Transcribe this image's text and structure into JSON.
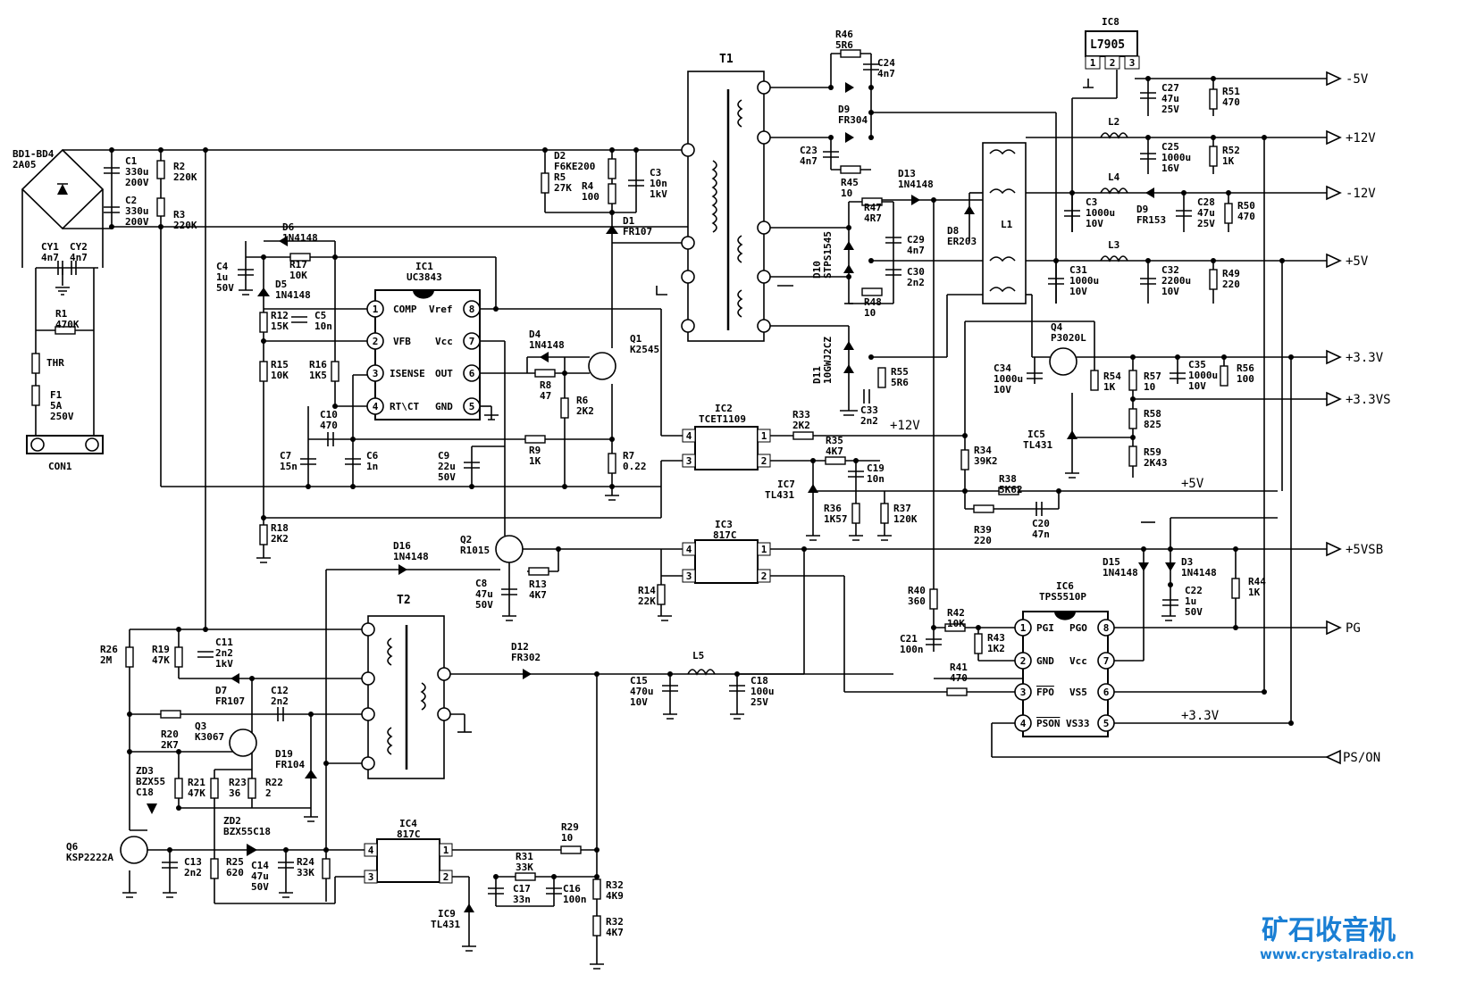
{
  "ic_labels": {
    "ic1": "IC1",
    "ic1_type": "UC3843",
    "ic1_pins": {
      "comp": "COMP",
      "vfb": "VFB",
      "isense": "ISENSE",
      "rtct": "RT\\CT",
      "vref": "Vref",
      "vcc": "Vcc",
      "out": "OUT",
      "gnd": "GND"
    },
    "ic2": "IC2",
    "ic2_type": "TCET1109",
    "ic3": "IC3",
    "ic3_type": "817C",
    "ic4": "IC4",
    "ic4_type": "817C",
    "ic5": "IC5",
    "ic5_type": "TL431",
    "ic6": "IC6",
    "ic6_type": "TPS5510P",
    "ic6_pins": {
      "pgi": "PGI",
      "gnd": "GND",
      "fpo": "FPO",
      "pson": "PSON",
      "pgo": "PGO",
      "vcc": "Vcc",
      "vs5": "VS5",
      "vs33": "VS33"
    },
    "ic7": "IC7",
    "ic7_type": "TL431",
    "ic8": "IC8",
    "ic8_type": "L7905",
    "ic9": "IC9",
    "ic9_type": "TL431"
  },
  "transformers": {
    "t1": "T1",
    "t2": "T2"
  },
  "outputs": {
    "m5v": "-5V",
    "p12v": "+12V",
    "m12v": "-12V",
    "p5v": "+5V",
    "p33v": "+3.3V",
    "p33vs": "+3.3VS",
    "p5vsb": "+5VSB",
    "pg": "PG",
    "pson": "PS/ON"
  },
  "rail_labels": {
    "r12": "+12V",
    "r5": "+5V",
    "r33": "+3.3V"
  },
  "components": {
    "bd": [
      "BD1-BD4",
      "2A05"
    ],
    "c1": [
      "C1",
      "330u",
      "200V"
    ],
    "c2": [
      "C2",
      "330u",
      "200V"
    ],
    "r2": [
      "R2",
      "220K"
    ],
    "r3": [
      "R3",
      "220K"
    ],
    "cy": [
      "CY1",
      "4n7",
      "CY2",
      "4n7"
    ],
    "r1": [
      "R1",
      "470K"
    ],
    "thr": [
      "THR"
    ],
    "f1": [
      "F1",
      "5A",
      "250V"
    ],
    "con1": [
      "CON1"
    ],
    "c4": [
      "C4",
      "1u",
      "50V"
    ],
    "d6": [
      "D6",
      "1N4148"
    ],
    "r17": [
      "R17",
      "10K"
    ],
    "d5": [
      "D5",
      "1N4148"
    ],
    "r12": [
      "R12",
      "15K"
    ],
    "c5": [
      "C5",
      "10n"
    ],
    "r15": [
      "R15",
      "10K"
    ],
    "r16": [
      "R16",
      "1K5"
    ],
    "c10": [
      "C10",
      "470"
    ],
    "c7": [
      "C7",
      "15n"
    ],
    "c6": [
      "C6",
      "1n"
    ],
    "r18": [
      "R18",
      "2K2"
    ],
    "d2": [
      "D2",
      "F6KE200"
    ],
    "r5": [
      "R5",
      "27K"
    ],
    "r4": [
      "R4",
      "100"
    ],
    "c3a": [
      "C3",
      "10n",
      "1kV"
    ],
    "d1": [
      "D1",
      "FR107"
    ],
    "q1": [
      "Q1",
      "K2545"
    ],
    "d4": [
      "D4",
      "1N4148"
    ],
    "r8": [
      "R8",
      "47"
    ],
    "r6": [
      "R6",
      "2K2"
    ],
    "r9": [
      "R9",
      "1K"
    ],
    "c9": [
      "C9",
      "22u",
      "50V"
    ],
    "r7": [
      "R7",
      "0.22"
    ],
    "r46": [
      "R46",
      "5R6"
    ],
    "c24": [
      "C24",
      "4n7"
    ],
    "d9a": [
      "D9",
      "FR304"
    ],
    "c23": [
      "C23",
      "4n7"
    ],
    "r45": [
      "R45",
      "10"
    ],
    "d13": [
      "D13",
      "1N4148"
    ],
    "r47": [
      "R47",
      "4R7"
    ],
    "c29": [
      "C29",
      "4n7"
    ],
    "d10": [
      "D10",
      "STPS1545"
    ],
    "c30": [
      "C30",
      "2n2"
    ],
    "r48": [
      "R48",
      "10"
    ],
    "d11": [
      "D11",
      "10GWJ2CZ"
    ],
    "r55": [
      "R55",
      "5R6"
    ],
    "c33": [
      "C33",
      "2n2"
    ],
    "d8": [
      "D8",
      "ER203"
    ],
    "l1": [
      "L1"
    ],
    "l2": [
      "L2"
    ],
    "l3": [
      "L3"
    ],
    "l4": [
      "L4"
    ],
    "l5": [
      "L5"
    ],
    "c27": [
      "C27",
      "47u",
      "25V"
    ],
    "r51": [
      "R51",
      "470"
    ],
    "c25": [
      "C25",
      "1000u",
      "16V"
    ],
    "r52": [
      "R52",
      "1K"
    ],
    "c3b": [
      "C3",
      "1000u",
      "10V"
    ],
    "d9b": [
      "D9",
      "FR153"
    ],
    "c28": [
      "C28",
      "47u",
      "25V"
    ],
    "r50": [
      "R50",
      "470"
    ],
    "c31": [
      "C31",
      "1000u",
      "10V"
    ],
    "c32": [
      "C32",
      "2200u",
      "10V"
    ],
    "r49": [
      "R49",
      "220"
    ],
    "q4": [
      "Q4",
      "P3020L"
    ],
    "c34": [
      "C34",
      "1000u",
      "10V"
    ],
    "r54": [
      "R54",
      "1K"
    ],
    "r57": [
      "R57",
      "10"
    ],
    "c35": [
      "C35",
      "1000u",
      "10V"
    ],
    "r56": [
      "R56",
      "100"
    ],
    "r58": [
      "R58",
      "825"
    ],
    "r59": [
      "R59",
      "2K43"
    ],
    "r33": [
      "R33",
      "2K2"
    ],
    "r35": [
      "R35",
      "4K7"
    ],
    "c19": [
      "C19",
      "10n"
    ],
    "r34": [
      "R34",
      "39K2"
    ],
    "r38": [
      "R38",
      "5K62"
    ],
    "r36": [
      "R36",
      "1K57"
    ],
    "r37": [
      "R37",
      "120K"
    ],
    "r39": [
      "R39",
      "220"
    ],
    "c20": [
      "C20",
      "47n"
    ],
    "q2": [
      "Q2",
      "R1015"
    ],
    "d16": [
      "D16",
      "1N4148"
    ],
    "c8": [
      "C8",
      "47u",
      "50V"
    ],
    "r13": [
      "R13",
      "4K7"
    ],
    "r14": [
      "R14",
      "22K"
    ],
    "d15": [
      "D15",
      "1N4148"
    ],
    "d3": [
      "D3",
      "1N4148"
    ],
    "c22": [
      "C22",
      "1u",
      "50V"
    ],
    "r44": [
      "R44",
      "1K"
    ],
    "r40": [
      "R40",
      "360"
    ],
    "r42": [
      "R42",
      "10K"
    ],
    "c21": [
      "C21",
      "100n"
    ],
    "r43": [
      "R43",
      "1K2"
    ],
    "r41": [
      "R41",
      "470"
    ],
    "r26": [
      "R26",
      "2M"
    ],
    "r19": [
      "R19",
      "47K"
    ],
    "c11": [
      "C11",
      "2n2",
      "1kV"
    ],
    "d7": [
      "D7",
      "FR107"
    ],
    "c12": [
      "C12",
      "2n2"
    ],
    "r20": [
      "R20",
      "2K7"
    ],
    "q3": [
      "Q3",
      "K3067"
    ],
    "d19": [
      "D19",
      "FR104"
    ],
    "zd3": [
      "ZD3",
      "BZX55",
      "C18"
    ],
    "r21": [
      "R21",
      "47K"
    ],
    "r23": [
      "R23",
      "36"
    ],
    "r22": [
      "R22",
      "2"
    ],
    "zd2": [
      "ZD2",
      "BZX55C18"
    ],
    "q6": [
      "Q6",
      "KSP2222A"
    ],
    "c13": [
      "C13",
      "2n2"
    ],
    "r25": [
      "R25",
      "620"
    ],
    "c14": [
      "C14",
      "47u",
      "50V"
    ],
    "r24": [
      "R24",
      "33K"
    ],
    "d12": [
      "D12",
      "FR302"
    ],
    "c15": [
      "C15",
      "470u",
      "10V"
    ],
    "c18": [
      "C18",
      "100u",
      "25V"
    ],
    "r29": [
      "R29",
      "10"
    ],
    "r31": [
      "R31",
      "33K"
    ],
    "c17": [
      "C17",
      "33n"
    ],
    "c16": [
      "C16",
      "100n"
    ],
    "r32a": [
      "R32",
      "4K9"
    ],
    "r32b": [
      "R32",
      "4K7"
    ]
  },
  "watermark": {
    "cn": "矿石收音机",
    "url": "www.crystalradio.cn"
  }
}
